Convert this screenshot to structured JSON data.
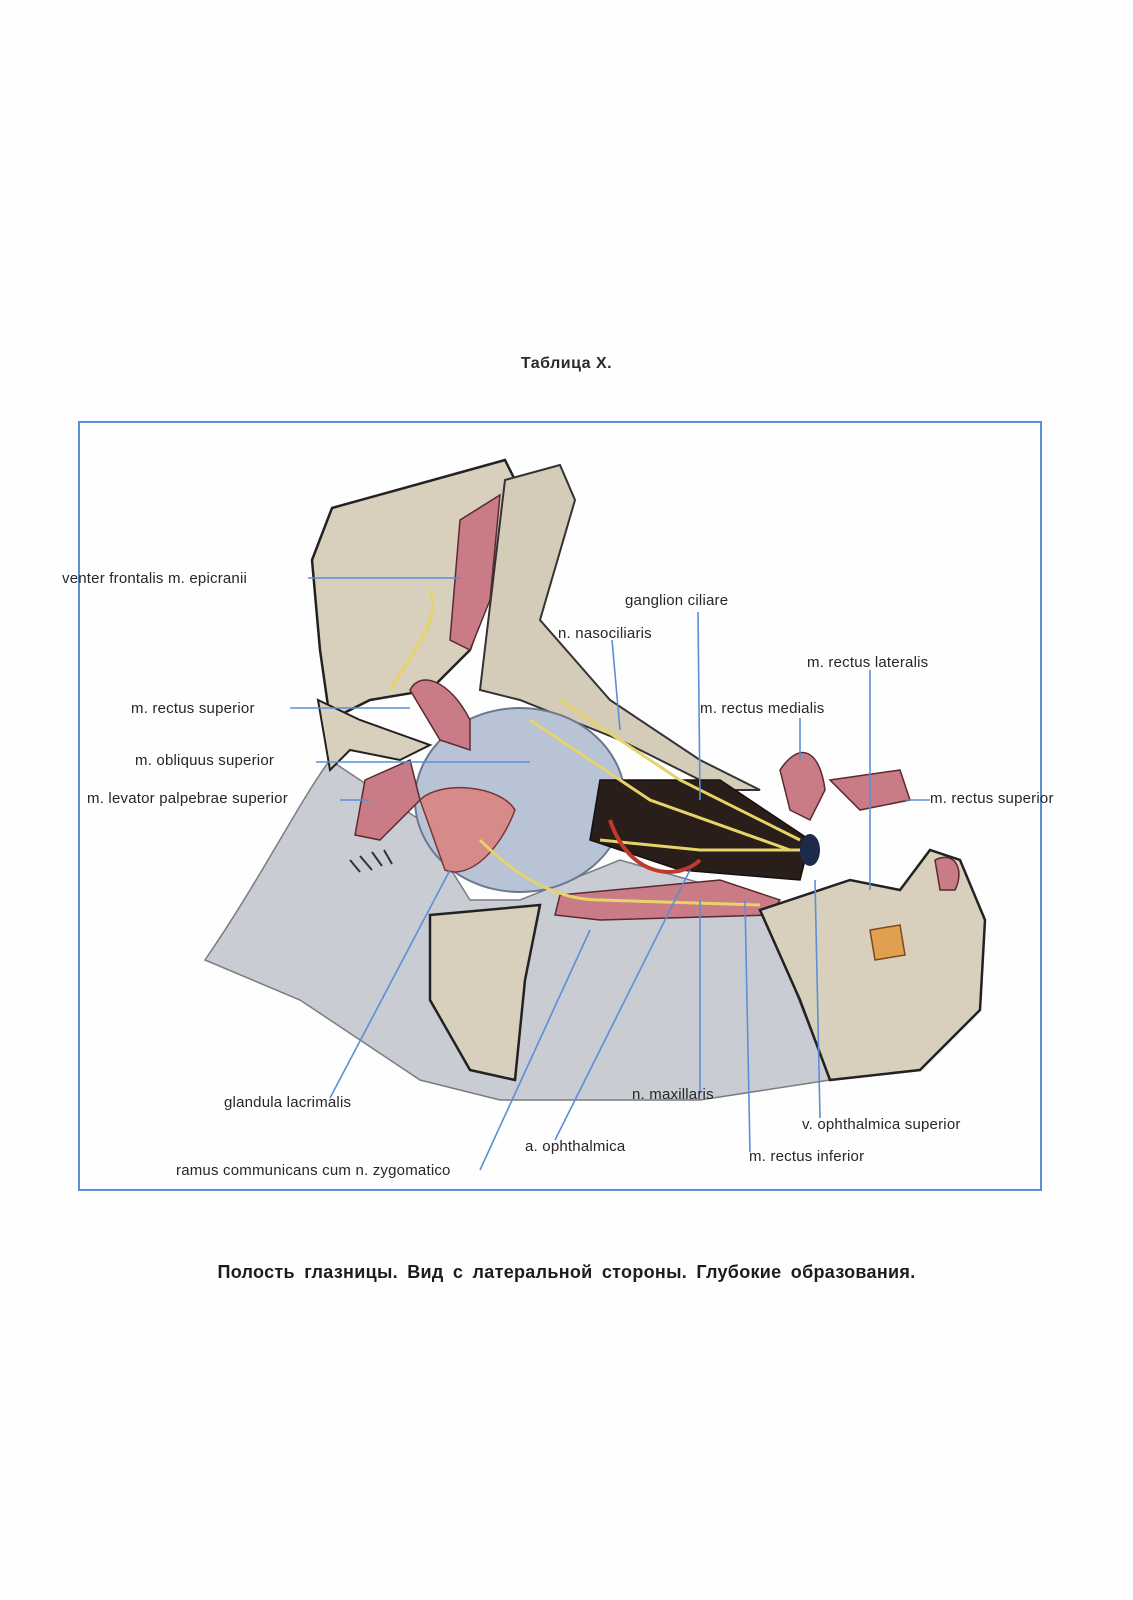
{
  "plate_number": "Таблица X.",
  "caption": "Полость глазницы.  Вид  с латеральной  стороны. Глубокие образования.",
  "colors": {
    "frame": "#5b8fd6",
    "leader": "#5b8fd6",
    "bone": "#d8d0bd",
    "muscle": "#c97b86",
    "eyeball": "#b9c3d6",
    "nerve": "#e6d36a",
    "artery": "#c0392b",
    "vein": "#1e2a4a",
    "skin": "#cdd0d6"
  },
  "labels": {
    "venter_frontalis": "venter frontalis  m. epicranii",
    "ganglion_ciliare": "ganglion ciliare",
    "n_nasociliaris": "n. nasociliaris",
    "m_rectus_lateralis": "m. rectus lateralis",
    "m_rectus_superior_left": "m. rectus superior",
    "m_rectus_medialis": "m. rectus medialis",
    "m_obliquus_superior": "m. obliquus superior",
    "m_levator": "m. levator palpebrae superior",
    "m_rectus_superior_right": "m. rectus superior",
    "glandula_lacrimalis": "glandula lacrimalis",
    "n_maxillaris": "n. maxillaris",
    "v_ophthalmica_superior": "v. ophthalmica superior",
    "a_ophthalmica": "a. ophthalmica",
    "m_rectus_inferior": "m. rectus inferior",
    "ramus_communicans": "ramus communicans cum n. zygomatico"
  }
}
